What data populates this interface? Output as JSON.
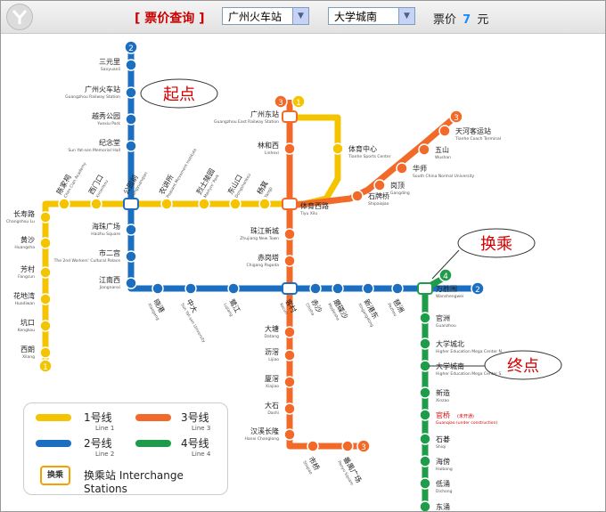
{
  "header": {
    "title": "[ 票价查询 ]",
    "from_station": "广州火车站",
    "to_station": "大学城南",
    "fare_label": "票价",
    "fare_value": "7",
    "fare_unit": "元"
  },
  "annotations": {
    "start": "起点",
    "transfer": "换乘",
    "end": "终点"
  },
  "lines": [
    {
      "id": "1",
      "color": "#f5c400"
    },
    {
      "id": "2",
      "color": "#1c6fc0"
    },
    {
      "id": "3",
      "color": "#f26a2a"
    },
    {
      "id": "4",
      "color": "#1f9c4a"
    }
  ],
  "legend": {
    "line1": "1号线",
    "line1_en": "Line 1",
    "line2": "2号线",
    "line2_en": "Line 2",
    "line3": "3号线",
    "line3_en": "Line 3",
    "line4": "4号线",
    "line4_en": "Line 4",
    "interchange": "换乘站 Interchange Stations",
    "interchange_icon": "换乘"
  },
  "stations": {
    "sanyuanli": {
      "zh": "三元里",
      "en": "Sanyuanli"
    },
    "guangzhou_railway": {
      "zh": "广州火车站",
      "en": "Guangzhou Railway Station"
    },
    "yuexiu_park": {
      "zh": "越秀公园",
      "en": "Yuexiu Park"
    },
    "jinianstang": {
      "zh": "纪念堂",
      "en": "Sun Yat-sen Memorial Hall"
    },
    "guangzhou_east": {
      "zh": "广州东站",
      "en": "Guangzhou East Railway Station"
    },
    "linhexi": {
      "zh": "林和西",
      "en": "Linhexi"
    },
    "tiyu_center": {
      "zh": "体育中心",
      "en": "Tianhe Sports Center"
    },
    "tianhe_coach": {
      "zh": "天河客运站",
      "en": "Tianhe Coach Terminal"
    },
    "wushan": {
      "zh": "五山",
      "en": "Wushan"
    },
    "huashi": {
      "zh": "华师",
      "en": "South China Normal University"
    },
    "gangding": {
      "zh": "岗顶",
      "en": "Gangding"
    },
    "shipaiqiao": {
      "zh": "石牌桥",
      "en": "Shipaiqiao"
    },
    "tiyu_xilu": {
      "zh": "体育西路",
      "en": "Tiyu Xilu"
    },
    "zhujiang_newtown": {
      "zh": "珠江新城",
      "en": "Zhujiang New Town"
    },
    "chigang_pagoda": {
      "zh": "赤岗塔",
      "en": "Chigang Pagoda"
    },
    "kecun": {
      "zh": "客村",
      "en": "Kecun"
    },
    "xilang": {
      "zh": "西朗",
      "en": "Xilang"
    },
    "kengkou": {
      "zh": "坑口",
      "en": "Kengkou"
    },
    "huadiwan": {
      "zh": "花地湾",
      "en": "Huadiwan"
    },
    "fangcun": {
      "zh": "芳村",
      "en": "Fangcun"
    },
    "huangsha": {
      "zh": "黄沙",
      "en": "Huangsha"
    },
    "changshou_lu": {
      "zh": "长寿路",
      "en": "Changshou Lu"
    },
    "chen_clan": {
      "zh": "陈家祠",
      "en": "Chen Clan Academy"
    },
    "ximenkou": {
      "zh": "西门口",
      "en": "Ximenkou"
    },
    "gongyuanqian": {
      "zh": "公园前",
      "en": "Gongyuanqian"
    },
    "peasant": {
      "zh": "农讲所",
      "en": "Peasant Movement Institute"
    },
    "lieshi": {
      "zh": "烈士陵园",
      "en": "Martyrs' Park"
    },
    "dongshankou": {
      "zh": "东山口",
      "en": "Dongshankou"
    },
    "yangji": {
      "zh": "杨箕",
      "en": "Yangji"
    },
    "haizhu_square": {
      "zh": "海珠广场",
      "en": "Haizhu Square"
    },
    "shiergong": {
      "zh": "市二宫",
      "en": "The 2nd Workers' Cultural Palace"
    },
    "jiangnanxi": {
      "zh": "江南西",
      "en": "Jiangnanxi"
    },
    "xiaogang": {
      "zh": "晓港",
      "en": "Xiaogang"
    },
    "zhongda": {
      "zh": "中大",
      "en": "Sun Yat-sen University"
    },
    "lujiang": {
      "zh": "鹭江",
      "en": "Lujiang"
    },
    "chisha": {
      "zh": "赤沙",
      "en": "Chisha"
    },
    "modiesha": {
      "zh": "磨碟沙",
      "en": "Modiesha"
    },
    "xingangdong": {
      "zh": "新港东",
      "en": "Xingangdong"
    },
    "pazhou": {
      "zh": "琶洲",
      "en": "Pazhou"
    },
    "wanshengwei": {
      "zh": "万胜围",
      "en": "Wanshengwei"
    },
    "guanzhou": {
      "zh": "官洲",
      "en": "Guanzhou"
    },
    "univ_north": {
      "zh": "大学城北",
      "en": "Higher Education Mega Center N."
    },
    "univ_south": {
      "zh": "大学城南",
      "en": "Higher Education Mega Center S."
    },
    "xinzao": {
      "zh": "新造",
      "en": "Xinzao"
    },
    "guanqiao": {
      "zh": "官桥",
      "en": "Guanqiao (under construction)",
      "note": "(未开通)"
    },
    "shiqi": {
      "zh": "石碁",
      "en": "Shiqi"
    },
    "haibang": {
      "zh": "海傍",
      "en": "Haibang"
    },
    "dichong": {
      "zh": "低涌",
      "en": "Dichong"
    },
    "dongchong": {
      "zh": "东涌",
      "en": "Dongchong"
    },
    "datang": {
      "zh": "大塘",
      "en": "Datang"
    },
    "lijiao": {
      "zh": "沥滘",
      "en": "Lijiao"
    },
    "xiajiao": {
      "zh": "厦滘",
      "en": "Xiajiao"
    },
    "dashi": {
      "zh": "大石",
      "en": "Dashi"
    },
    "hanxi": {
      "zh": "汉溪长隆",
      "en": "Hanxi Changlong"
    },
    "shiqiao": {
      "zh": "市桥",
      "en": "Shiqiao"
    },
    "panyu_square": {
      "zh": "番禺广场",
      "en": "Panyu Square"
    }
  }
}
